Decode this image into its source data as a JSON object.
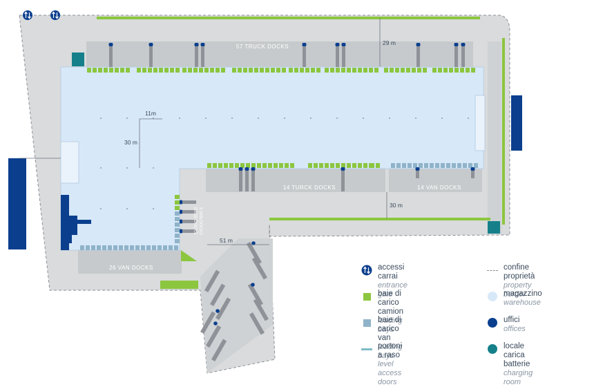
{
  "colors": {
    "site": "#d9dbdc",
    "border": "#8a8f96",
    "warehouse": "#d7e8f8",
    "warehouse_edge": "#b9cfe4",
    "road": "#bfc2c4",
    "green": "#8cc63f",
    "van": "#8fb3c9",
    "office": "#0b3f8e",
    "battery": "#15808a",
    "truck": "#8f9399",
    "text_dark": "#3a4a5c",
    "text_light": "#8a96a4"
  },
  "plan": {
    "labels": {
      "truck_docks_north": "57 TRUCK DOCKS",
      "truck_docks_south": "14 TURCK DOCKS",
      "van_docks_east": "14 VAN DOCKS",
      "van_docks_west": "26 VAN DOCKS",
      "van_docks_inner_1": "BASS DOCKS",
      "van_docks_inner_2": "5 VAN DOCKS"
    },
    "dimensions": {
      "d1": "11m",
      "d2": "30 m",
      "d3": "29 m",
      "d4": "30 m",
      "d5": "51 m"
    },
    "gate_icon": "entrance-gate-icon"
  },
  "legend": {
    "entrance": {
      "main": "accessi carrai",
      "sub": "entrance gate",
      "icon": "entrance-gate-icon"
    },
    "truck_bays": {
      "main": "baie di carico camion",
      "sub": "loading bays",
      "icon": "green-square-icon"
    },
    "van_bays": {
      "main": "baie di carico van",
      "sub": "loading bays",
      "icon": "blue-gray-square-icon"
    },
    "level_doors": {
      "main": "portoni a raso",
      "sub": "level access doors",
      "icon": "teal-bar-icon"
    },
    "property_border": {
      "main": "confine proprietà",
      "sub": "property border",
      "icon": "dashed-line-icon"
    },
    "warehouse": {
      "main": "magazzino",
      "sub": "warehouse",
      "icon": "light-blue-dot-icon"
    },
    "offices": {
      "main": "uffici",
      "sub": "offices",
      "icon": "dark-blue-dot-icon"
    },
    "charging": {
      "main": "locale carica batterie",
      "sub": "charging room",
      "icon": "teal-dot-icon"
    }
  }
}
